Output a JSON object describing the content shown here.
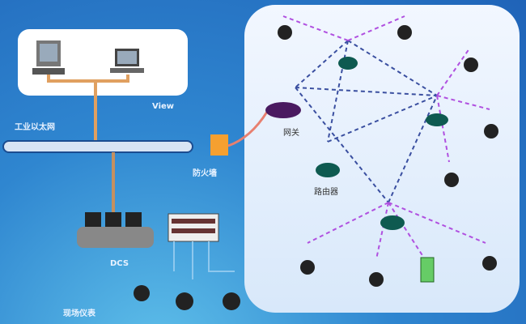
{
  "labels": {
    "operator_station": "View",
    "industrial_ethernet": "工业以太网",
    "firewall": "防火墙",
    "dcs": "DCS",
    "field_instruments": "现场仪表",
    "gateway": "网关",
    "router": "路由器"
  },
  "colors": {
    "background": "#2f86d0",
    "wireless_mesh": "#3a4fa0",
    "wireless_leaf": "#b050e0",
    "wired": "#e0a060"
  }
}
